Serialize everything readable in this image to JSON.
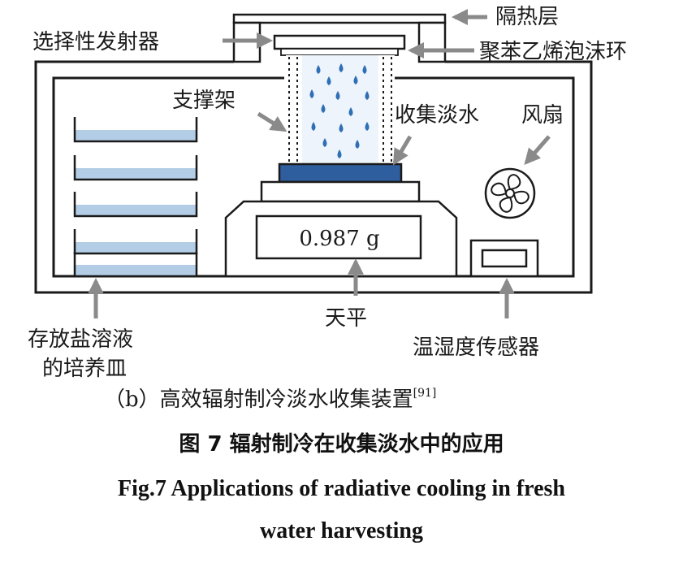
{
  "diagram": {
    "labels": {
      "insulation_layer": "隔热层",
      "selective_emitter": "选择性发射器",
      "foam_ring": "聚苯乙烯泡沫环",
      "support_frame": "支撑架",
      "collected_water": "收集淡水",
      "fan": "风扇",
      "balance_reading": "0.987 g",
      "balance": "天平",
      "dish_line1": "存放盐溶液",
      "dish_line2": "的培养皿",
      "sensor": "温湿度传感器"
    },
    "subcaption": {
      "text": "（b）高效辐射制冷淡水收集装置",
      "ref": "[91]"
    },
    "colors": {
      "outline": "#1a1a1a",
      "arrow": "#8a8a8a",
      "water_dark": "#2f5e9e",
      "solution_light": "#b3cde6",
      "droplet": "#2f6fb5"
    }
  },
  "caption": {
    "cn": "图 7  辐射制冷在收集淡水中的应用",
    "en_line1": "Fig.7  Applications of radiative cooling in fresh",
    "en_line2": "water harvesting"
  }
}
